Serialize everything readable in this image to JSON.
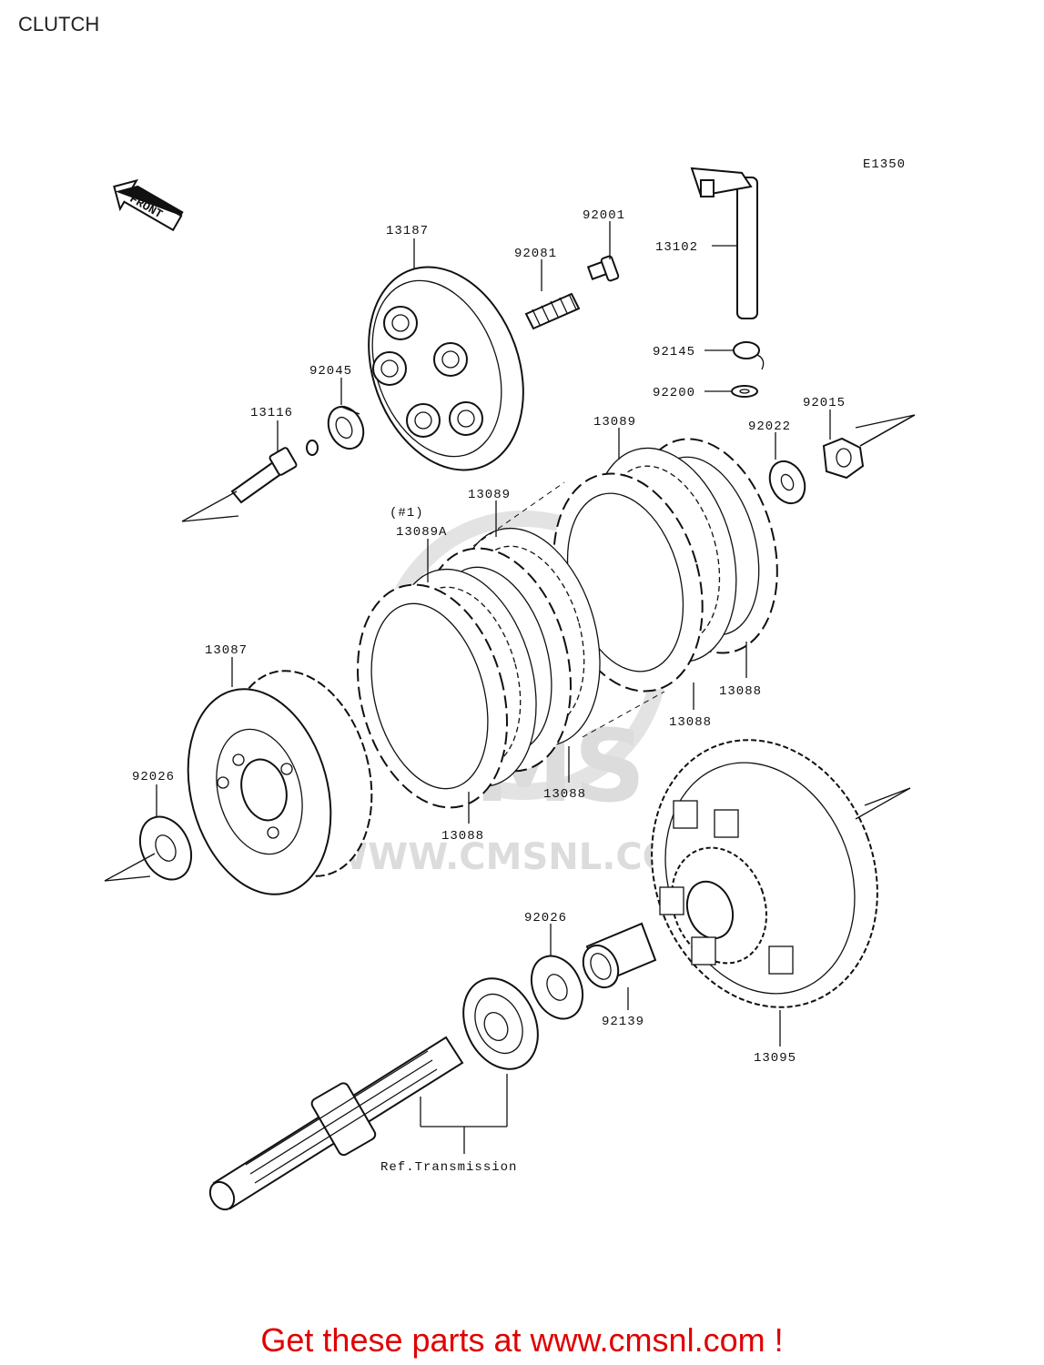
{
  "title": "CLUTCH",
  "diagram_code": "E1350",
  "front_label": "FRONT",
  "watermark": {
    "logo": "CMS",
    "url": "WWW.CMSNL.COM"
  },
  "callouts": {
    "p13187": "13187",
    "p92001": "92001",
    "p92081": "92081",
    "p13102": "13102",
    "p92045": "92045",
    "p13116": "13116",
    "p92145": "92145",
    "p92200": "92200",
    "p92015": "92015",
    "p92022": "92022",
    "p13089_top": "13089",
    "p13089_mid": "13089",
    "p13089a_note": "(#1)",
    "p13089a": "13089A",
    "p13087": "13087",
    "p92026_left": "92026",
    "p13088_a": "13088",
    "p13088_b": "13088",
    "p13088_c": "13088",
    "p13088_d": "13088",
    "p92026_mid": "92026",
    "p92139": "92139",
    "p13095": "13095",
    "ref_transmission": "Ref.Transmission"
  },
  "footer": "Get these parts at www.cmsnl.com !",
  "colors": {
    "footer_text": "#e00000",
    "line": "#111111",
    "watermark": "#d9d9d9"
  }
}
